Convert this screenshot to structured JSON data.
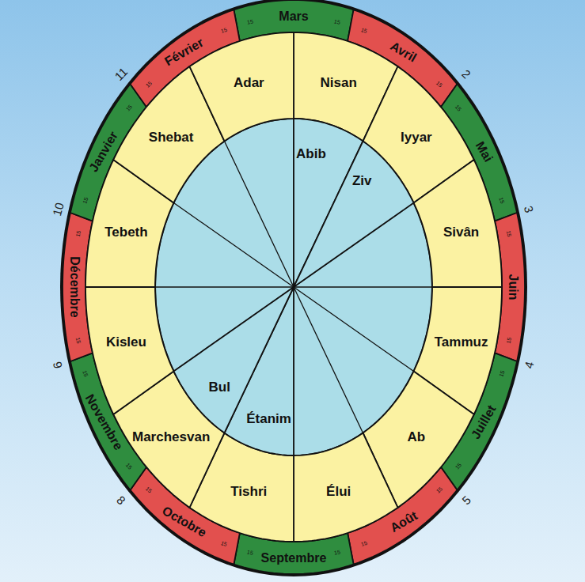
{
  "diagram": {
    "nodes": [
      {
        "text": [
          "Mars"
        ]
      },
      {
        "text": [
          "Avril"
        ]
      },
      {
        "text": [
          "Mai"
        ]
      },
      {
        "text": [
          "Juin"
        ]
      },
      {
        "text": [
          "Juillet"
        ]
      },
      {
        "text": [
          "Août"
        ]
      },
      {
        "text": [
          "Septembre"
        ]
      },
      {
        "text": [
          "Octobre"
        ]
      },
      {
        "text": [
          "Novembre"
        ]
      },
      {
        "text": [
          "Décembre"
        ]
      },
      {
        "text": [
          "Janvier"
        ]
      },
      {
        "text": [
          "Février"
        ]
      },
      {
        "text": [
          "Nisan"
        ]
      },
      {
        "text": [
          "Iyyar"
        ]
      },
      {
        "text": [
          "Sivân"
        ]
      },
      {
        "text": [
          "Tammuz"
        ]
      },
      {
        "text": [
          "Ab"
        ]
      },
      {
        "text": [
          "Élui"
        ]
      },
      {
        "text": [
          "Tishri"
        ]
      },
      {
        "text": [
          "Marchesvan"
        ]
      },
      {
        "text": [
          "Kisleu"
        ]
      },
      {
        "text": [
          "Tebeth"
        ]
      },
      {
        "text": [
          "Shebat"
        ]
      },
      {
        "text": [
          "Adar"
        ]
      },
      {
        "text": [
          "Abib"
        ]
      },
      {
        "text": [
          "Ziv"
        ]
      },
      {
        "text": [
          "Étanim"
        ]
      },
      {
        "text": [
          "Bul"
        ]
      }
    ],
    "labels": [
      "2",
      "3",
      "4",
      "5",
      "8",
      "9",
      "10",
      "11",
      "15",
      "15",
      "15",
      "15",
      "15",
      "15",
      "15",
      "15",
      "15",
      "15",
      "15",
      "15",
      "15",
      "15",
      "15",
      "15",
      "15",
      "15",
      "15",
      "15",
      "15",
      "15",
      "15",
      "15"
    ]
  }
}
